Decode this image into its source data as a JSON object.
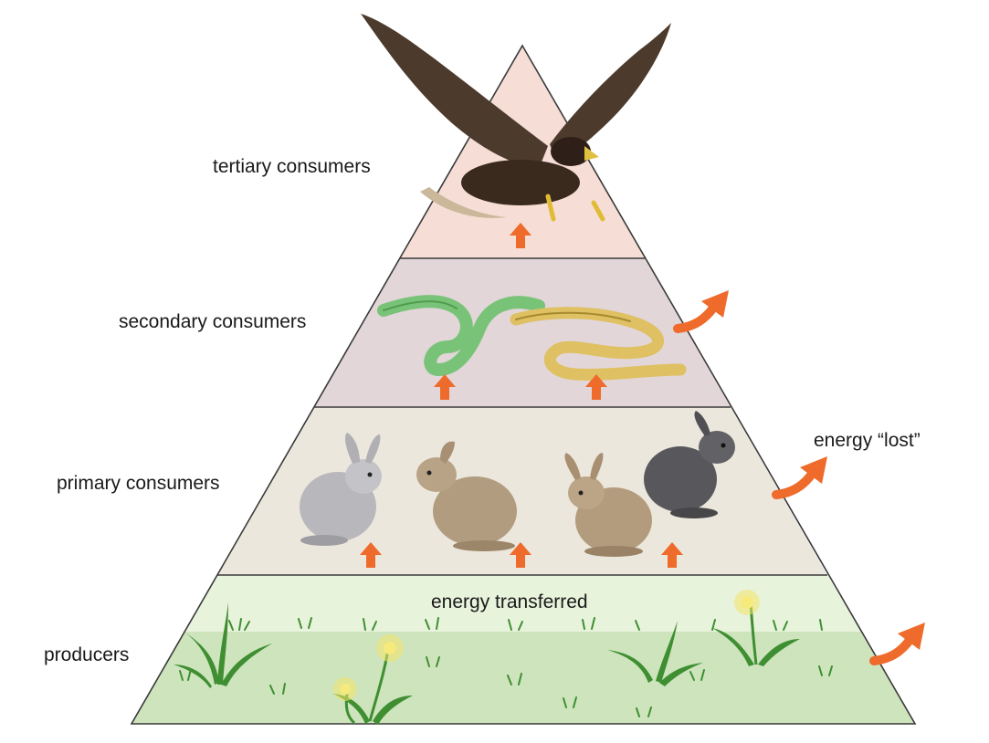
{
  "diagram": {
    "levels": [
      {
        "id": "tertiary",
        "label": "tertiary consumers",
        "fill": "#f6ddd6",
        "organism": "eagle-icon"
      },
      {
        "id": "secondary",
        "label": "secondary consumers",
        "fill": "#e2d6d8",
        "organism": "snake-icon"
      },
      {
        "id": "primary",
        "label": "primary consumers",
        "fill": "#ece7dc",
        "organism": "rabbit-icon"
      },
      {
        "id": "producers",
        "label": "producers",
        "fill": "#cde4bd",
        "organism": "plant-icon"
      }
    ],
    "annotations": {
      "energy_transferred": "energy transferred",
      "energy_lost": "energy “lost”"
    },
    "colors": {
      "arrow": "#ee6b2b",
      "outline": "#3a3a3a",
      "producer_band_light": "#e8f3dc",
      "grass": "#3f8f32",
      "flower": "#f4e36a"
    }
  }
}
